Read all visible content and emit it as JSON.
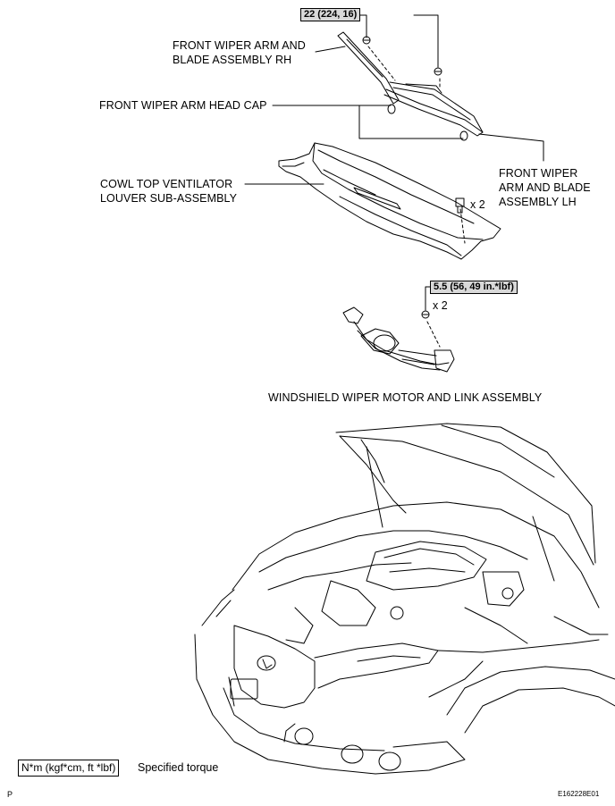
{
  "labels": {
    "wiper_rh": [
      "FRONT WIPER ARM AND",
      "BLADE ASSEMBLY RH"
    ],
    "head_cap": "FRONT WIPER ARM HEAD CAP",
    "cowl": [
      "COWL TOP VENTILATOR",
      "LOUVER SUB-ASSEMBLY"
    ],
    "wiper_lh": [
      "FRONT WIPER",
      "ARM AND BLADE",
      "ASSEMBLY LH"
    ],
    "motor_link": "WINDSHIELD WIPER MOTOR AND LINK ASSEMBLY"
  },
  "torque": {
    "arm_nut": "22 (224, 16)",
    "motor_bolt": "5.5 (56, 49 in.*lbf)"
  },
  "quantity": {
    "cowl_clip": "x 2",
    "motor_bolt": "x 2"
  },
  "legend": {
    "unit": "N*m (kgf*cm, ft *lbf)",
    "description": "Specified torque"
  },
  "corner": {
    "left": "P",
    "right": "E162228E01"
  }
}
